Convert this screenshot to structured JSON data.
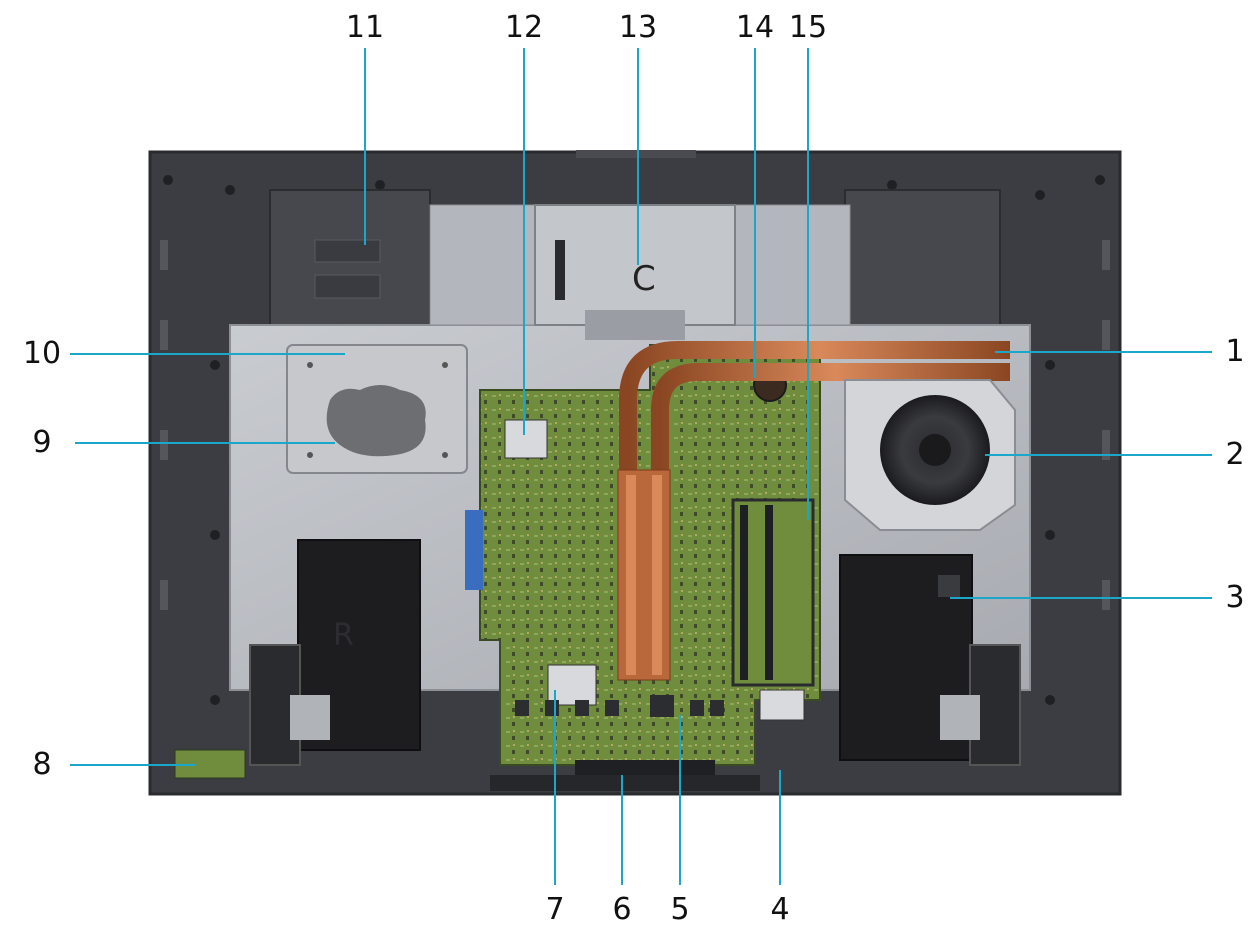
{
  "callouts": [
    {
      "id": "1",
      "label": "1"
    },
    {
      "id": "2",
      "label": "2"
    },
    {
      "id": "3",
      "label": "3"
    },
    {
      "id": "4",
      "label": "4"
    },
    {
      "id": "5",
      "label": "5"
    },
    {
      "id": "6",
      "label": "6"
    },
    {
      "id": "7",
      "label": "7"
    },
    {
      "id": "8",
      "label": "8"
    },
    {
      "id": "9",
      "label": "9"
    },
    {
      "id": "10",
      "label": "10"
    },
    {
      "id": "11",
      "label": "11"
    },
    {
      "id": "12",
      "label": "12"
    },
    {
      "id": "13",
      "label": "13"
    },
    {
      "id": "14",
      "label": "14"
    },
    {
      "id": "15",
      "label": "15"
    }
  ],
  "colors": {
    "chassis": "#3c3d42",
    "shield_metal": "#b9bcc2",
    "board_green": "#6f8d3c",
    "heatpipe_copper": "#c06d3c",
    "speaker_black": "#1d1d20",
    "leader_line": "#1aa7c9"
  }
}
